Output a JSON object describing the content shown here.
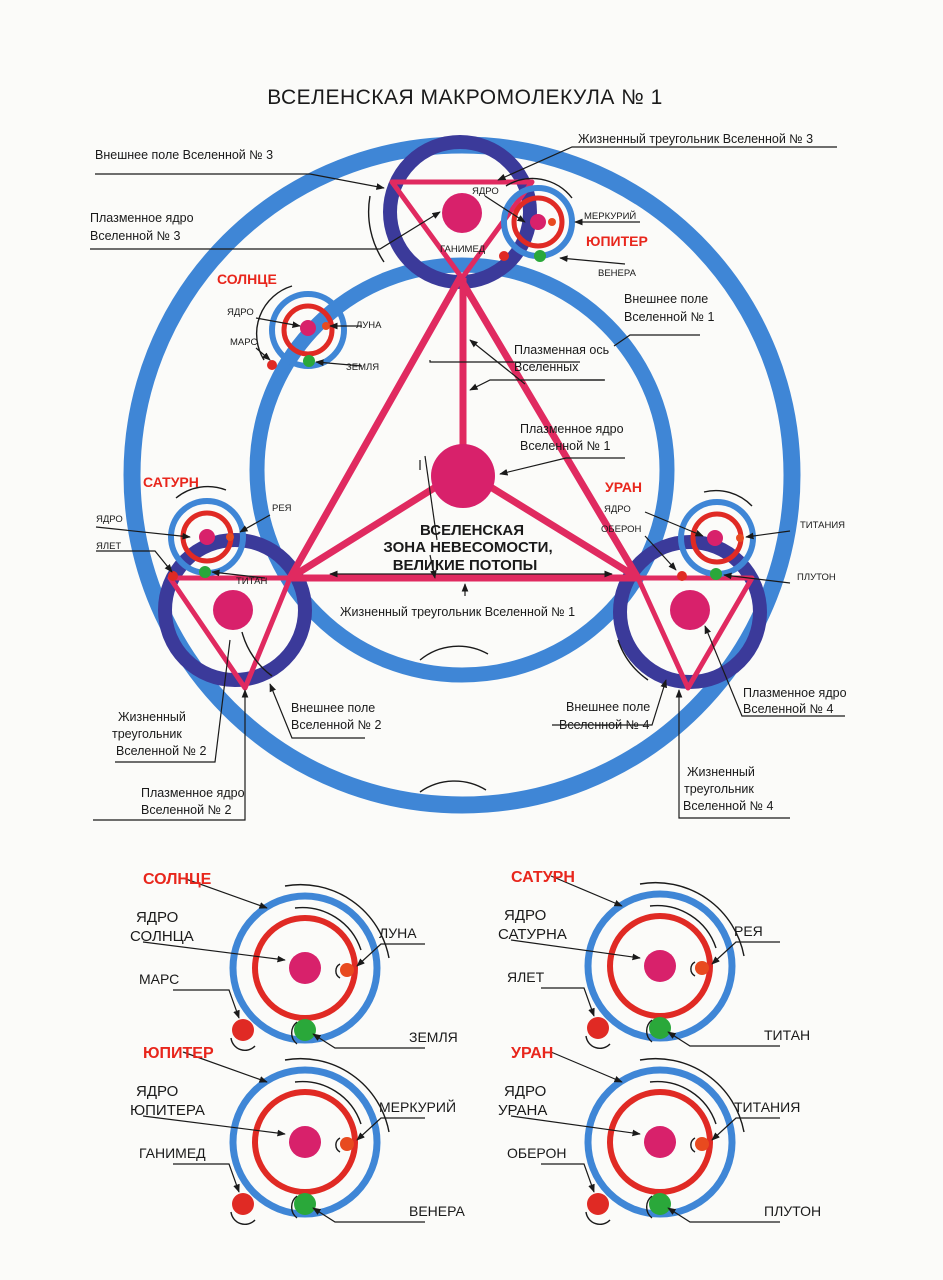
{
  "title": "ВСЕЛЕНСКАЯ МАКРОМОЛЕКУЛА № 1",
  "colors": {
    "outer_blue": "#3f86d6",
    "dark_blue": "#3b3a9a",
    "red": "#e02a24",
    "magenta": "#d8216b",
    "green": "#2aa83a",
    "orange": "#e84a1f"
  },
  "top": {
    "outer_field_3": "Внешнее поле Вселенной № 3",
    "life_triangle_3": "Жизненный треугольник Вселенной № 3",
    "plasma_core_3_line1": "Плазменное ядро",
    "plasma_core_3_line2": "Вселенной № 3",
    "core": "ЯДРО",
    "ganymede": "ГАНИМЕД",
    "mercury": "МЕРКУРИЙ",
    "jupiter": "ЮПИТЕР",
    "venus": "ВЕНЕРА",
    "sun": "СОЛНЦЕ",
    "moon": "ЛУНА",
    "mars": "МАРС",
    "earth": "ЗЕМЛЯ",
    "outer_field_1_line1": "Внешнее поле",
    "outer_field_1_line2": "Вселенной № 1",
    "plasma_axis_line1": "Плазменная ось",
    "plasma_axis_line2": "Вселенных",
    "plasma_core_1_line1": "Плазменное ядро",
    "plasma_core_1_line2": "Вселенной № 1",
    "saturn": "САТУРН",
    "rhea": "РЕЯ",
    "iapetus": "ЯЛЕТ",
    "titan": "ТИТАН",
    "uranus": "УРАН",
    "oberon": "ОБЕРОН",
    "titania": "ТИТАНИЯ",
    "pluto": "ПЛУТОН",
    "zone_line1": "ВСЕЛЕНСКАЯ",
    "zone_line2": "ЗОНА НЕВЕСОМОСТИ,",
    "zone_line3": "ВЕЛИКИЕ ПОТОПЫ",
    "life_triangle_1": "Жизненный треугольник Вселенной № 1",
    "life_triangle_2_line1": "Жизненный",
    "life_triangle_2_line2": "треугольник",
    "life_triangle_2_line3": "Вселенной № 2",
    "outer_field_2_line1": "Внешнее поле",
    "outer_field_2_line2": "Вселенной № 2",
    "plasma_core_2_line1": "Плазменное ядро",
    "plasma_core_2_line2": "Вселенной № 2",
    "outer_field_4_line1": "Внешнее поле",
    "outer_field_4_line2": "Вселенной № 4",
    "plasma_core_4_line1": "Плазменное ядро",
    "plasma_core_4_line2": "Вселенной № 4",
    "life_triangle_4_line1": "Жизненный",
    "life_triangle_4_line2": "треугольник",
    "life_triangle_4_line3": "Вселенной № 4"
  },
  "systems": [
    {
      "name": "СОЛНЦЕ",
      "core_line1": "ЯДРО",
      "core_line2": "СОЛНЦА",
      "right_label": "ЛУНА",
      "left_label": "МАРС",
      "bottom_label": "ЗЕМЛЯ"
    },
    {
      "name": "САТУРН",
      "core_line1": "ЯДРО",
      "core_line2": "САТУРНА",
      "right_label": "РЕЯ",
      "left_label": "ЯЛЕТ",
      "bottom_label": "ТИТАН"
    },
    {
      "name": "ЮПИТЕР",
      "core_line1": "ЯДРО",
      "core_line2": "ЮПИТЕРА",
      "right_label": "МЕРКУРИЙ",
      "left_label": "ГАНИМЕД",
      "bottom_label": "ВЕНЕРА"
    },
    {
      "name": "УРАН",
      "core_line1": "ЯДРО",
      "core_line2": "УРАНА",
      "right_label": "ТИТАНИЯ",
      "left_label": "ОБЕРОН",
      "bottom_label": "ПЛУТОН"
    }
  ]
}
